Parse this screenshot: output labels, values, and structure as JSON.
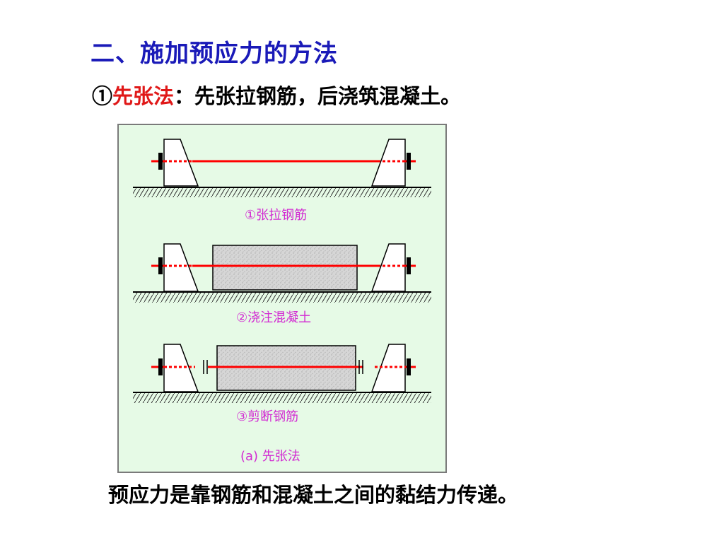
{
  "slide": {
    "title": "二、施加预应力的方法",
    "method": {
      "marker": "①",
      "name": "先张法",
      "colon": "：",
      "description": "先张拉钢筋，后浇筑混凝土。"
    },
    "figure": {
      "steps": [
        "①张拉钢筋",
        "②浇注混凝土",
        "③剪断钢筋"
      ],
      "caption": "(a)  先张法"
    },
    "footer": "预应力是靠钢筋和混凝土之间的黏结力传递。"
  },
  "colors": {
    "title": "#1a1ab8",
    "highlight": "#e01818",
    "rebar": "#ff0000",
    "caption": "#d22ad2",
    "figure_background": "#e6fae6",
    "concrete": "#d6d6d6"
  }
}
